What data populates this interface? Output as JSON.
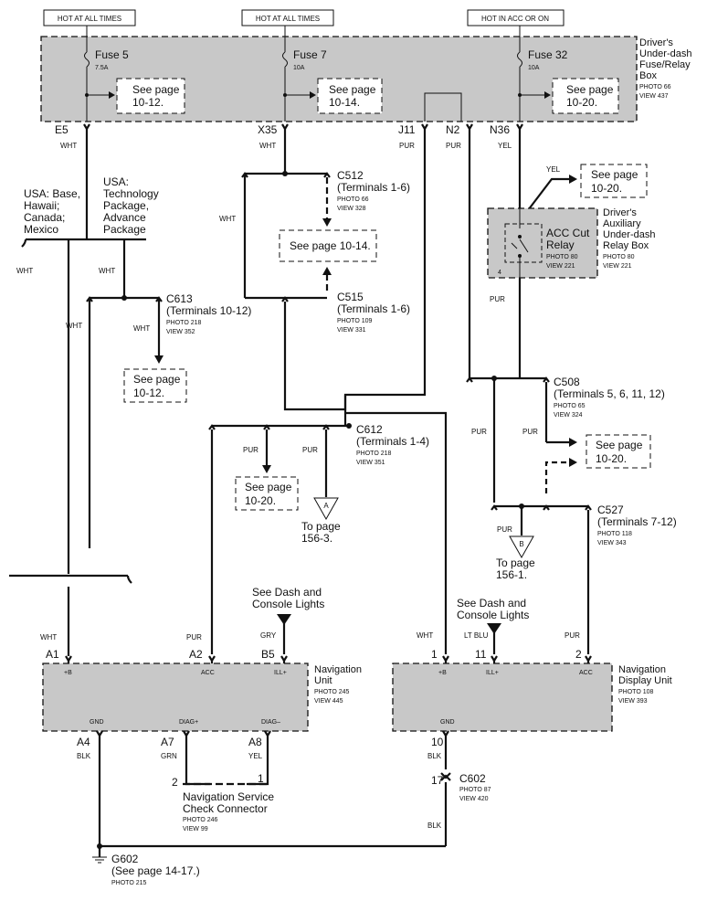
{
  "top_labels": [
    "HOT AT ALL TIMES",
    "HOT AT ALL TIMES",
    "HOT IN ACC OR ON"
  ],
  "fuse_box": {
    "title": [
      "Driver's",
      "Under-dash",
      "Fuse/Relay",
      "Box"
    ],
    "photo": "PHOTO 66",
    "view": "VIEW 437",
    "fuses": [
      {
        "name": "Fuse 5",
        "rating": "7.5A",
        "see": [
          "See page",
          "10-12."
        ]
      },
      {
        "name": "Fuse 7",
        "rating": "10A",
        "see": [
          "See page",
          "10-14."
        ]
      },
      {
        "name": "Fuse 32",
        "rating": "10A",
        "see": [
          "See page",
          "10-20."
        ]
      }
    ],
    "terminals": [
      "E5",
      "X35",
      "J11",
      "N2",
      "N36"
    ]
  },
  "wire_colors": {
    "wht": "WHT",
    "pur": "PUR",
    "yel": "YEL",
    "gry": "GRY",
    "lt_blu": "LT BLU",
    "blk": "BLK",
    "grn": "GRN"
  },
  "variants": {
    "left": [
      "USA: Base,",
      "Hawaii;",
      "Canada;",
      "Mexico"
    ],
    "right": [
      "USA:",
      "Technology",
      "Package,",
      "Advance",
      "Package"
    ]
  },
  "relay_box": {
    "relay": [
      "ACC Cut",
      "Relay"
    ],
    "relay_photo": "PHOTO 80",
    "relay_view": "VIEW 221",
    "title": [
      "Driver's",
      "Auxiliary",
      "Under-dash",
      "Relay Box"
    ],
    "photo": "PHOTO 80",
    "view": "VIEW 221",
    "pin": "4"
  },
  "connectors": {
    "c512": {
      "name": "C512",
      "terminals": "(Terminals 1-6)",
      "photo": "PHOTO 66",
      "view": "VIEW 328"
    },
    "c515": {
      "name": "C515",
      "terminals": "(Terminals 1-6)",
      "photo": "PHOTO 109",
      "view": "VIEW 331"
    },
    "c613": {
      "name": "C613",
      "terminals": "(Terminals 10-12)",
      "photo": "PHOTO 218",
      "view": "VIEW 352"
    },
    "c612": {
      "name": "C612",
      "terminals": "(Terminals 1-4)",
      "photo": "PHOTO 218",
      "view": "VIEW 351"
    },
    "c508": {
      "name": "C508",
      "terminals": "(Terminals 5, 6, 11, 12)",
      "photo": "PHOTO 65",
      "view": "VIEW 324"
    },
    "c527": {
      "name": "C527",
      "terminals": "(Terminals 7-12)",
      "photo": "PHOTO 118",
      "view": "VIEW 343"
    },
    "c602": {
      "name": "C602",
      "photo": "PHOTO 87",
      "view": "VIEW 420",
      "pin": "17"
    }
  },
  "refs": {
    "p1014": "See page 10-14.",
    "p1012": [
      "See page",
      "10-12."
    ],
    "p1020_a": [
      "See page",
      "10-20."
    ],
    "p1020_b": [
      "See page",
      "10-20."
    ],
    "p1020_c": [
      "See page",
      "10-20."
    ]
  },
  "offpage": {
    "a": {
      "letter": "A",
      "text": [
        "To page",
        "156-3."
      ]
    },
    "b": {
      "letter": "B",
      "text": [
        "To page",
        "156-1."
      ]
    }
  },
  "dash_lights": [
    "See Dash and",
    "Console Lights"
  ],
  "nav_unit": {
    "title": [
      "Navigation",
      "Unit"
    ],
    "photo": "PHOTO 245",
    "view": "VIEW 445",
    "top_pins": [
      "A1",
      "A2",
      "B5"
    ],
    "top_labels": [
      "+B",
      "ACC",
      "ILL+"
    ],
    "bot_pins": [
      "A4",
      "A7",
      "A8"
    ],
    "bot_labels": [
      "GND",
      "DIAG+",
      "DIAG–"
    ]
  },
  "nav_display": {
    "title": [
      "Navigation",
      "Display Unit"
    ],
    "photo": "PHOTO 108",
    "view": "VIEW 393",
    "top_pins": [
      "1",
      "11",
      "2"
    ],
    "top_labels": [
      "+B",
      "ILL+",
      "ACC"
    ],
    "bot_pin": "10",
    "bot_label": "GND"
  },
  "service_conn": {
    "title": [
      "Navigation Service",
      "Check Connector"
    ],
    "photo": "PHOTO 246",
    "view": "VIEW 99",
    "pins": [
      "2",
      "1"
    ]
  },
  "ground": {
    "name": "G602",
    "see": "(See page 14-17.)",
    "photo": "PHOTO 215"
  }
}
